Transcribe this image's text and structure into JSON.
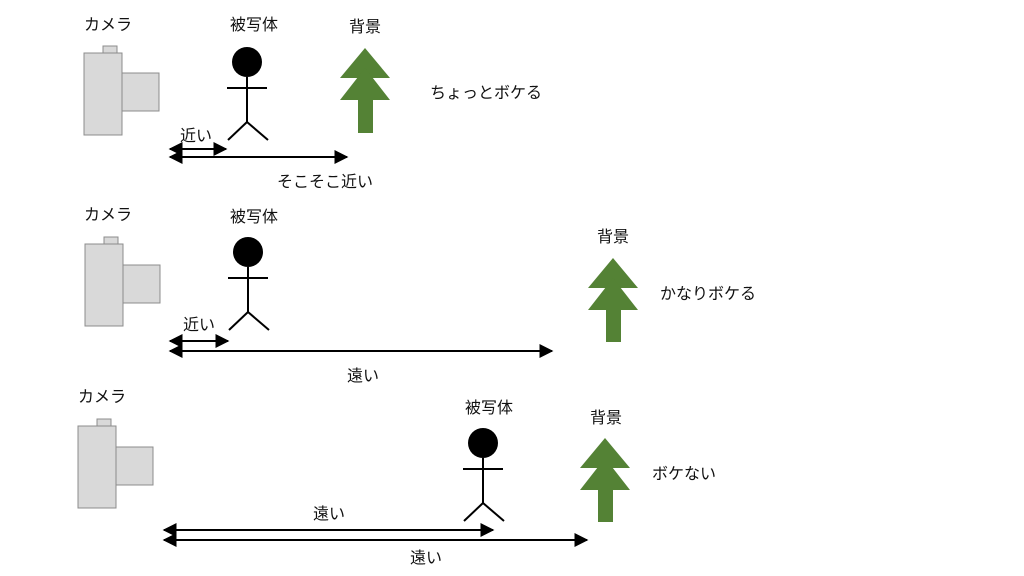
{
  "colors": {
    "camera_fill": "#d9d9d9",
    "camera_stroke": "#8c8c8c",
    "tree": "#548235",
    "ink": "#000000"
  },
  "panels": [
    {
      "camera_label": "カメラ",
      "subject_label": "被写体",
      "background_label": "背景",
      "result": "ちょっとボケる",
      "distance_subject": "近い",
      "distance_background": "そこそこ近い"
    },
    {
      "camera_label": "カメラ",
      "subject_label": "被写体",
      "background_label": "背景",
      "result": "かなりボケる",
      "distance_subject": "近い",
      "distance_background": "遠い"
    },
    {
      "camera_label": "カメラ",
      "subject_label": "被写体",
      "background_label": "背景",
      "result": "ボケない",
      "distance_subject": "遠い",
      "distance_background": "遠い"
    }
  ]
}
